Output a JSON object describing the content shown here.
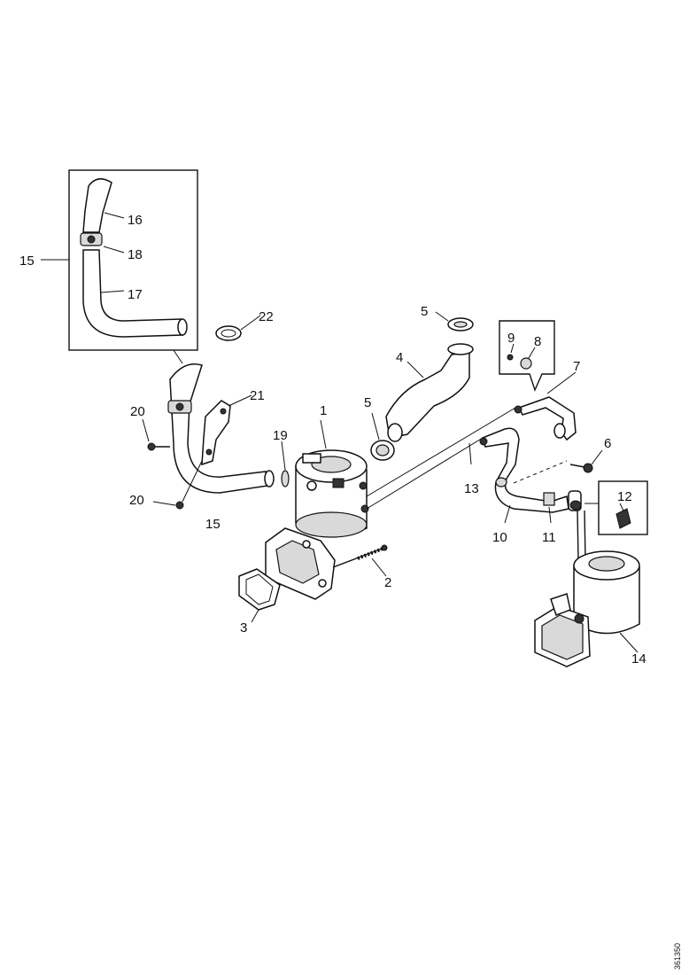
{
  "drawing_ref": "361350",
  "callouts": [
    {
      "id": "c1",
      "text": "1"
    },
    {
      "id": "c2",
      "text": "2"
    },
    {
      "id": "c3",
      "text": "3"
    },
    {
      "id": "c4",
      "text": "4"
    },
    {
      "id": "c5a",
      "text": "5"
    },
    {
      "id": "c5b",
      "text": "5"
    },
    {
      "id": "c6",
      "text": "6"
    },
    {
      "id": "c7",
      "text": "7"
    },
    {
      "id": "c8",
      "text": "8"
    },
    {
      "id": "c9",
      "text": "9"
    },
    {
      "id": "c10",
      "text": "10"
    },
    {
      "id": "c11",
      "text": "11"
    },
    {
      "id": "c12",
      "text": "12"
    },
    {
      "id": "c13",
      "text": "13"
    },
    {
      "id": "c14",
      "text": "14"
    },
    {
      "id": "c15a",
      "text": "15"
    },
    {
      "id": "c15b",
      "text": "15"
    },
    {
      "id": "c16",
      "text": "16"
    },
    {
      "id": "c17",
      "text": "17"
    },
    {
      "id": "c18",
      "text": "18"
    },
    {
      "id": "c19",
      "text": "19"
    },
    {
      "id": "c20a",
      "text": "20"
    },
    {
      "id": "c20b",
      "text": "20"
    },
    {
      "id": "c21",
      "text": "21"
    },
    {
      "id": "c22",
      "text": "22"
    }
  ]
}
